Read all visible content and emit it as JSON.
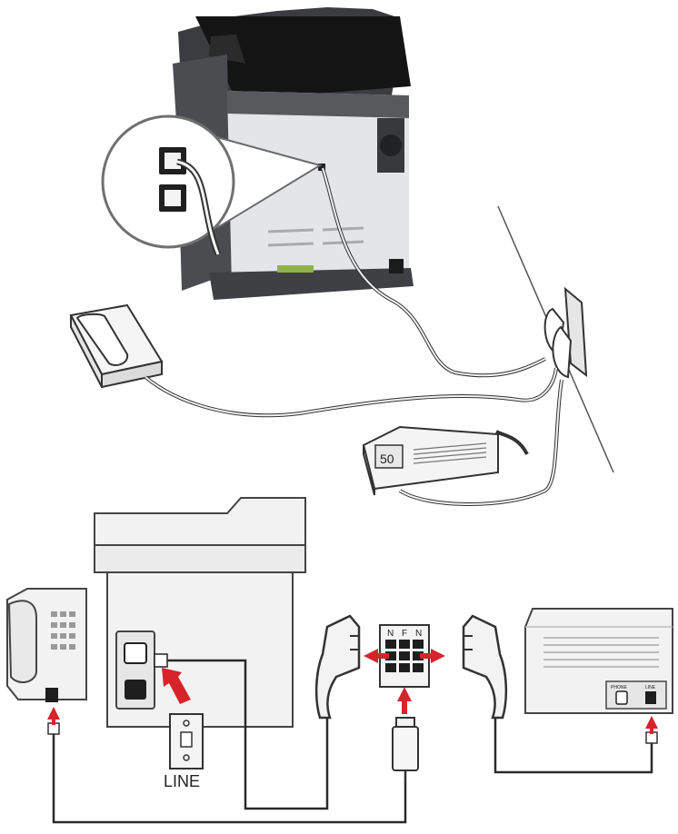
{
  "labels": {
    "line_jack": "LINE",
    "socket_letters": [
      "N",
      "F",
      "N"
    ],
    "answering_machine_display": "50",
    "machine_port_left": "PHONE",
    "machine_port_right": "LINE"
  },
  "colors": {
    "arrow": "#d7242b",
    "line": "#2a2a2a",
    "printer_body": "#f2f2f2",
    "printer_dark": "#3d3f42"
  },
  "icons": {
    "printer": "mfp-printer-icon",
    "phone": "telephone-icon",
    "answering_machine": "answering-machine-icon",
    "wall_socket": "wall-socket-icon",
    "plug": "tae-plug-icon",
    "arrow": "insert-arrow-icon"
  }
}
